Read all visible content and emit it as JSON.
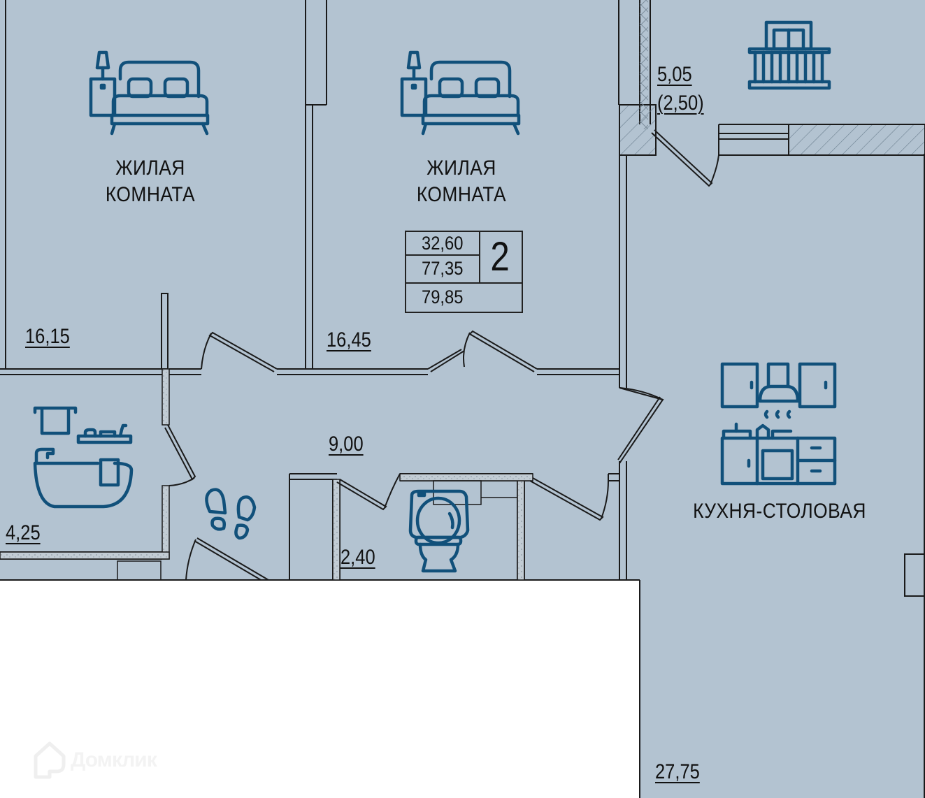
{
  "plan": {
    "background_color": "#b3c3d1",
    "icon_color": "#11507a",
    "wall_color": "#1a1a1a"
  },
  "rooms": [
    {
      "id": "bedroom-1",
      "name_line1": "ЖИЛАЯ",
      "name_line2": "КОМНАТА",
      "area": "16,15",
      "icon": "bed-icon"
    },
    {
      "id": "bedroom-2",
      "name_line1": "ЖИЛАЯ",
      "name_line2": "КОМНАТА",
      "area": "16,45",
      "icon": "bed-icon"
    },
    {
      "id": "balcony",
      "area": "5,05",
      "area_reduced": "(2,50)",
      "icon": "balcony-icon"
    },
    {
      "id": "bathroom",
      "area": "4,25",
      "icon": "bathtub-icon"
    },
    {
      "id": "hallway",
      "area": "9,00",
      "icon": "footprints-icon"
    },
    {
      "id": "toilet",
      "area": "2,40",
      "icon": "toilet-icon"
    },
    {
      "id": "kitchen",
      "name": "КУХНЯ-СТОЛОВАЯ",
      "area": "27,75",
      "icon": "kitchen-icon"
    }
  ],
  "summary": {
    "living_area": "32,60",
    "total_area": "77,35",
    "total_with_balcony": "79,85",
    "room_count": "2"
  },
  "watermark": {
    "text": "Домклик",
    "icon": "house-logo-icon"
  }
}
